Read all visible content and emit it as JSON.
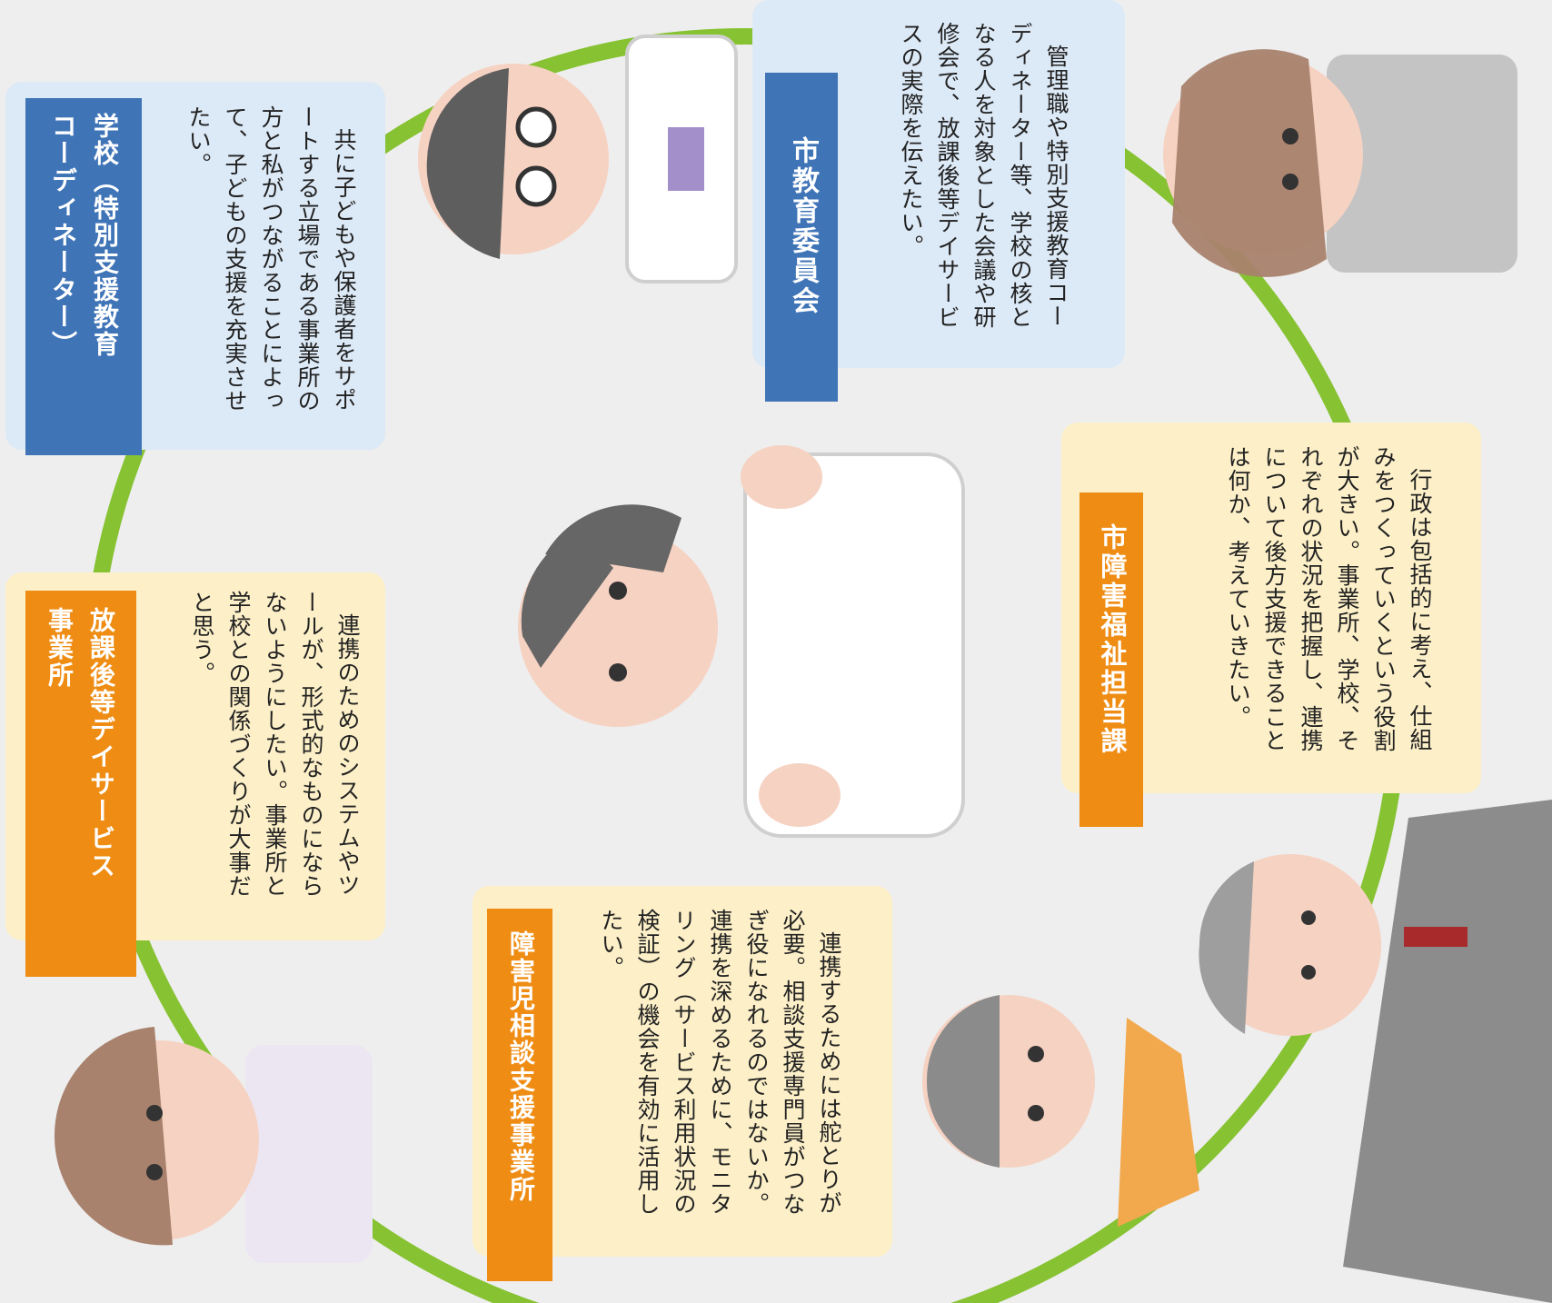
{
  "school": {
    "label_line1": "学校（特別支援教育",
    "label_line2": "コーディネーター）",
    "text": "共に子どもや保護者をサポートする立場である事業所の方と私がつながることによって、子どもの支援を充実させたい。"
  },
  "board": {
    "label": "市教育委員会",
    "text": "管理職や特別支援教育コーディネーター等、学校の核となる人を対象とした会議や研修会で、放課後等デイサービスの実際を伝えたい。"
  },
  "afterschool": {
    "label_line1": "放課後等デイサービス",
    "label_line2": "事業所",
    "text": "連携のためのシステムやツールが、形式的なものにならないようにしたい。事業所と学校との関係づくりが大事だと思う。"
  },
  "welfare": {
    "label": "市障害福祉担当課",
    "text": "行政は包括的に考え、仕組みをつくっていくという役割が大きい。事業所、学校、それぞれの状況を把握し、連携について後方支援できることは何か、考えていきたい。"
  },
  "consult": {
    "label": "障害児相談支援事業所",
    "text": "連携するためには舵とりが必要。相談支援専門員がつなぎ役になれるのではないか。連携を深めるために、モニタリング（サービス利用状況の検証）の機会を有効に活用したい。"
  },
  "colors": {
    "ring": "#86c232",
    "blue_label": "#3f74b7",
    "orange_label": "#ef8c13",
    "blue_bubble": "#dce9f6",
    "cream_bubble": "#fdf0c8"
  }
}
